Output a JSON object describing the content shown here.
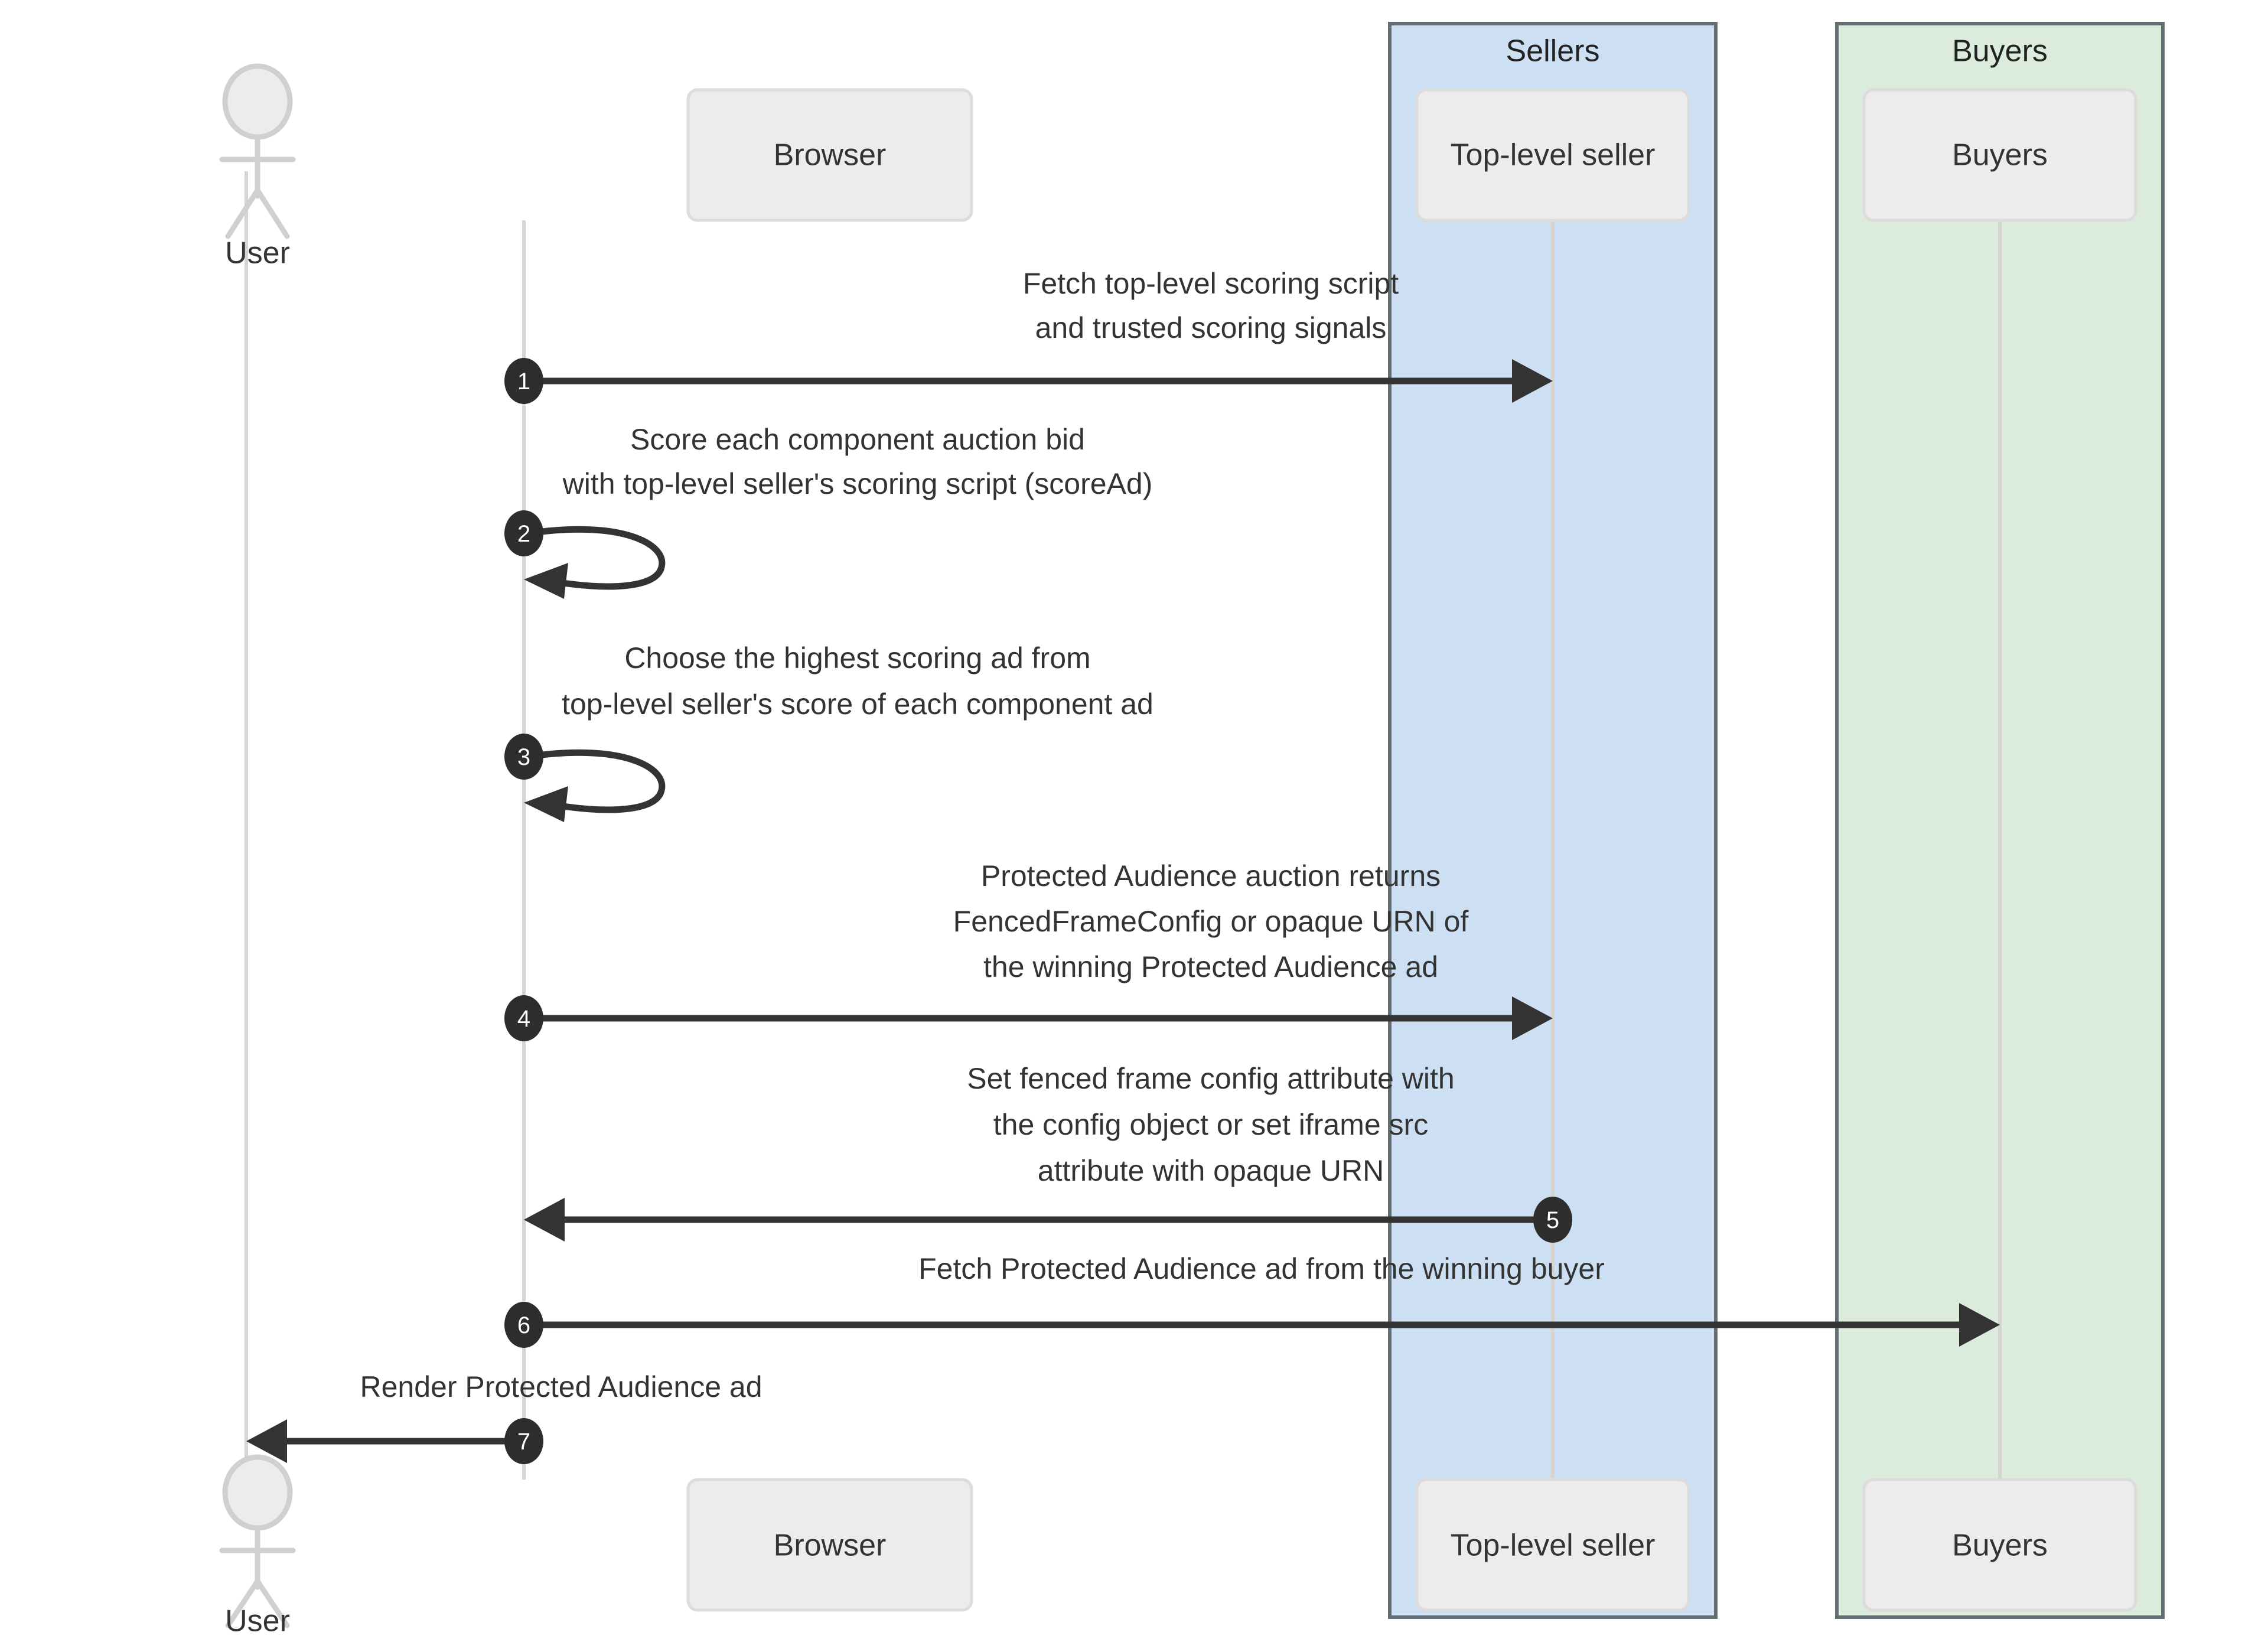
{
  "diagram": {
    "type": "uml-sequence",
    "title": "Protected Audience top-level auction sequence"
  },
  "groups": [
    {
      "id": "sellers",
      "label": "Sellers",
      "color": "#cddff2",
      "border": "#636e72"
    },
    {
      "id": "buyers",
      "label": "Buyers",
      "color": "#dcecdc",
      "border": "#636e72"
    }
  ],
  "participants": [
    {
      "id": "user",
      "label": "User",
      "kind": "actor",
      "group": null
    },
    {
      "id": "browser",
      "label": "Browser",
      "kind": "box",
      "group": null
    },
    {
      "id": "seller",
      "label": "Top-level seller",
      "kind": "box",
      "group": "sellers"
    },
    {
      "id": "buyer",
      "label": "Buyers",
      "kind": "box",
      "group": "buyers"
    }
  ],
  "participants_bottom": [
    {
      "id": "user",
      "label": "User"
    },
    {
      "id": "browser",
      "label": "Browser"
    },
    {
      "id": "seller",
      "label": "Top-level seller"
    },
    {
      "id": "buyer",
      "label": "Buyers"
    }
  ],
  "messages": [
    {
      "number": "1",
      "from": "browser",
      "to": "seller",
      "direction": "right",
      "self": false,
      "lines": [
        "Fetch top-level scoring script",
        "and trusted scoring signals"
      ]
    },
    {
      "number": "2",
      "from": "browser",
      "to": "browser",
      "direction": "self",
      "self": true,
      "lines": [
        "Score each component auction bid",
        "with top-level seller's scoring script (scoreAd)"
      ]
    },
    {
      "number": "3",
      "from": "browser",
      "to": "browser",
      "direction": "self",
      "self": true,
      "lines": [
        "Choose the highest scoring ad from",
        "top-level seller's score of each component ad"
      ]
    },
    {
      "number": "4",
      "from": "browser",
      "to": "seller",
      "direction": "right",
      "self": false,
      "lines": [
        "Protected Audience auction returns",
        "FencedFrameConfig or opaque URN of",
        "the winning Protected Audience ad"
      ]
    },
    {
      "number": "5",
      "from": "seller",
      "to": "browser",
      "direction": "left",
      "self": false,
      "lines": [
        "Set fenced frame config attribute with",
        "the config object or set iframe src",
        "attribute with opaque URN"
      ]
    },
    {
      "number": "6",
      "from": "browser",
      "to": "buyer",
      "direction": "right",
      "self": false,
      "lines": [
        "Fetch Protected Audience ad from the winning buyer"
      ]
    },
    {
      "number": "7",
      "from": "browser",
      "to": "user",
      "direction": "left",
      "self": false,
      "lines": [
        "Render Protected Audience ad"
      ]
    }
  ],
  "colors": {
    "background": "#ffffff",
    "actor_box_fill": "#ececec",
    "actor_box_stroke": "#dcdcdc",
    "lifeline": "#d6d3d1",
    "arrow": "#333333",
    "bubble": "#2d2d2d",
    "bubble_text": "#ffffff",
    "text": "#333333"
  }
}
